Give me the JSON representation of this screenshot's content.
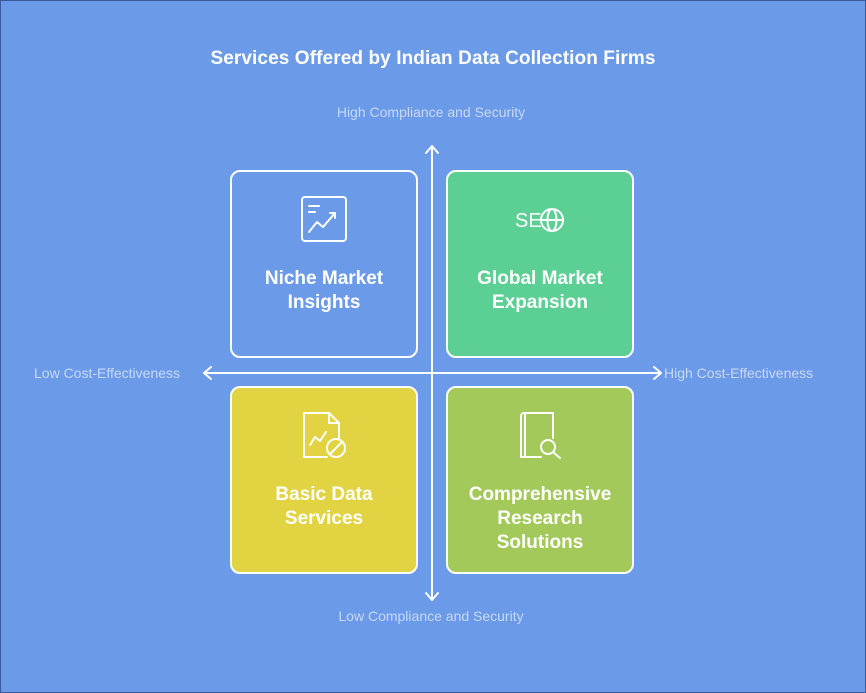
{
  "title": "Services Offered by Indian Data Collection Firms",
  "axes": {
    "top": "High Compliance and Security",
    "bottom": "Low Compliance and Security",
    "left": "Low Cost-Effectiveness",
    "right": "High Cost-Effectiveness"
  },
  "quadrants": [
    {
      "label": "Niche Market Insights",
      "icon": "chart-document-icon",
      "color": "#6b9be8"
    },
    {
      "label": "Global Market Expansion",
      "icon": "seo-globe-icon",
      "color": "#5ccf94",
      "icon_text": "SE"
    },
    {
      "label": "Basic Data Services",
      "icon": "no-chart-document-icon",
      "color": "#e2d342"
    },
    {
      "label": "Comprehensive Research Solutions",
      "icon": "book-search-icon",
      "color": "#a2c95a"
    }
  ]
}
